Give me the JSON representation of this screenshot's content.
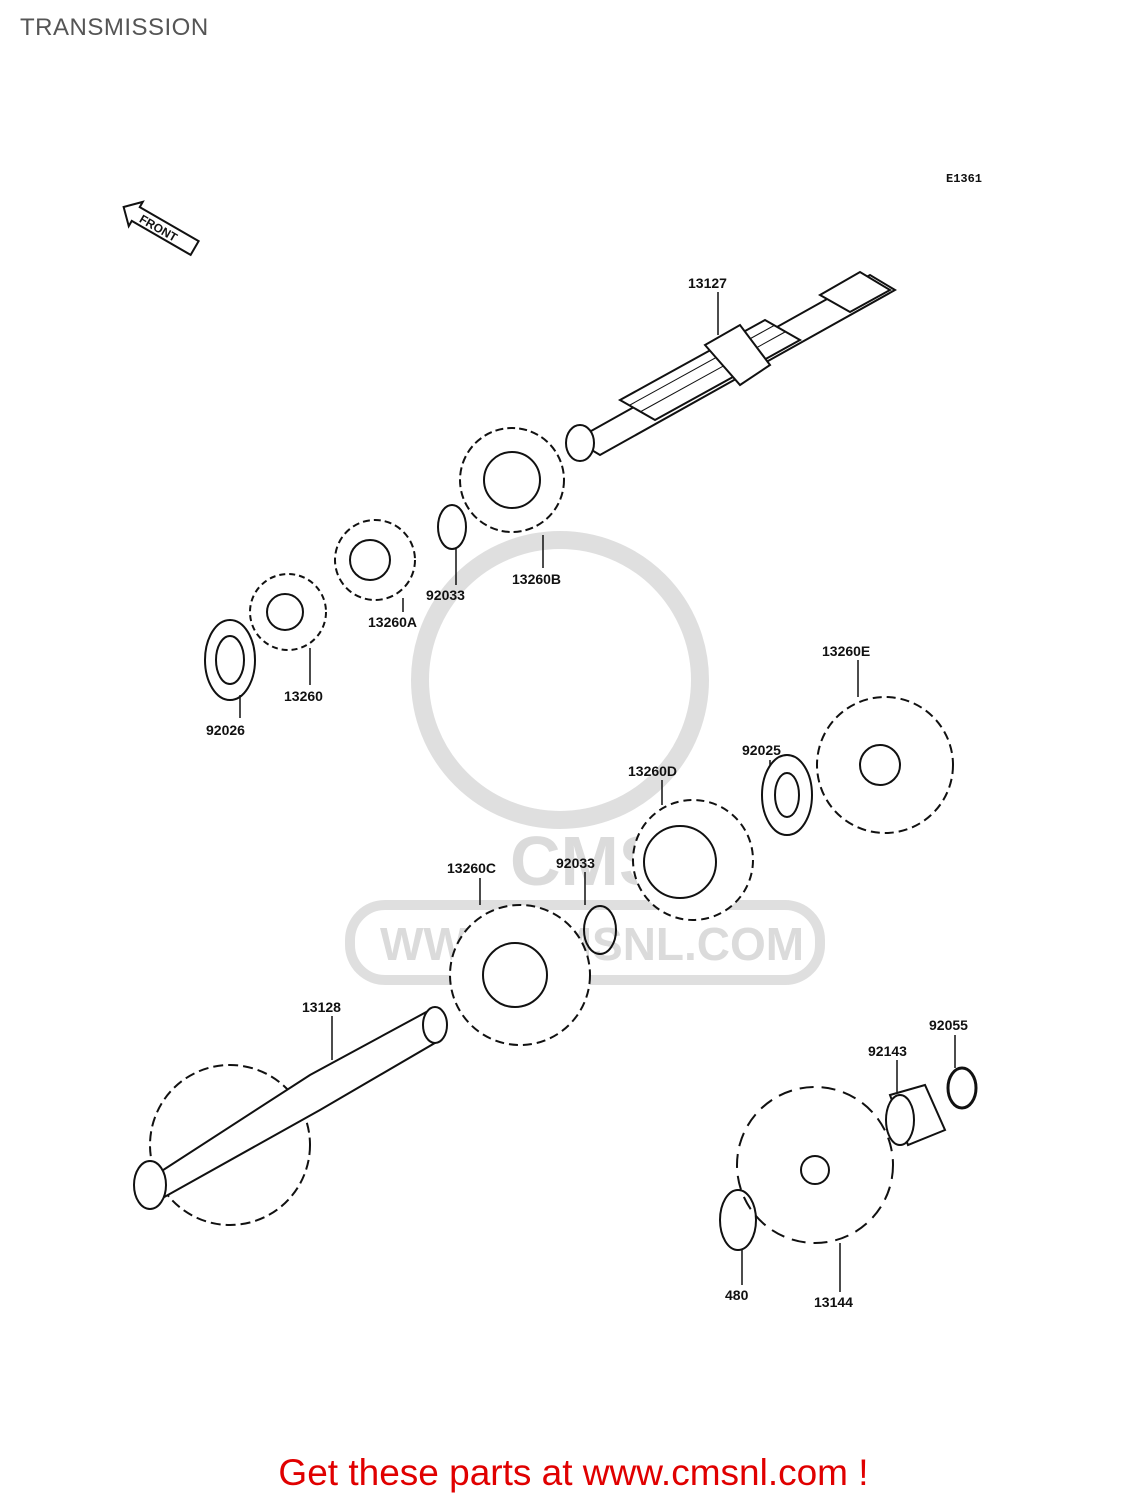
{
  "page": {
    "title": "TRANSMISSION"
  },
  "diagram": {
    "code": "E1361",
    "front_marker": "FRONT",
    "watermark": {
      "url": "WWW.CMSNL.COM",
      "logo": "CMS"
    },
    "parts": [
      {
        "id": "13127",
        "label": "13127"
      },
      {
        "id": "13260B",
        "label": "13260B"
      },
      {
        "id": "92033-upper",
        "label": "92033"
      },
      {
        "id": "13260A",
        "label": "13260A"
      },
      {
        "id": "13260",
        "label": "13260"
      },
      {
        "id": "92026",
        "label": "92026"
      },
      {
        "id": "13260E",
        "label": "13260E"
      },
      {
        "id": "92025",
        "label": "92025"
      },
      {
        "id": "13260D",
        "label": "13260D"
      },
      {
        "id": "92033-lower",
        "label": "92033"
      },
      {
        "id": "13260C",
        "label": "13260C"
      },
      {
        "id": "13128",
        "label": "13128"
      },
      {
        "id": "92055",
        "label": "92055"
      },
      {
        "id": "92143",
        "label": "92143"
      },
      {
        "id": "480",
        "label": "480"
      },
      {
        "id": "13144",
        "label": "13144"
      }
    ]
  },
  "footer": {
    "text": "Get these parts at www.cmsnl.com !"
  },
  "colors": {
    "footer": "#e00000",
    "line": "#111111",
    "watermark": "#d8d8d8"
  }
}
